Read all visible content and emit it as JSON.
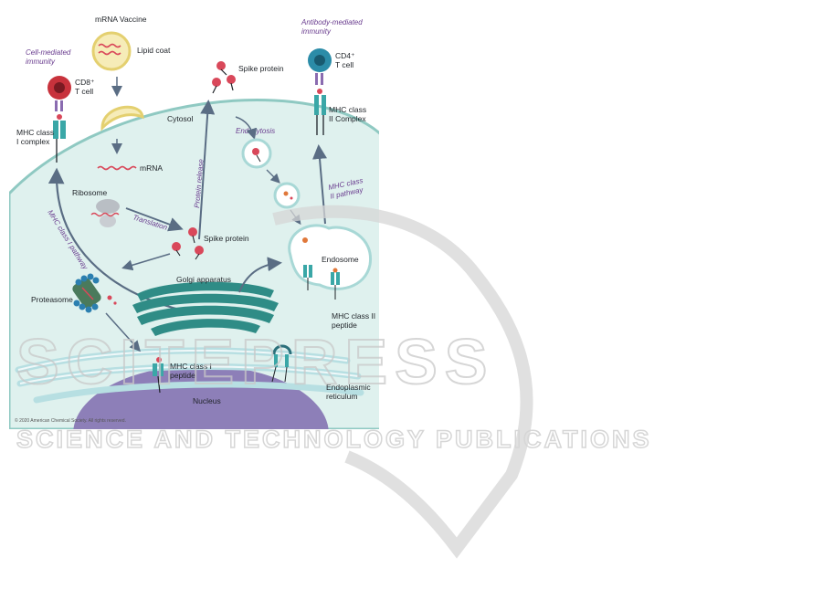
{
  "figure": {
    "labels": {
      "mrna_vaccine": "mRNA Vaccine",
      "lipid_coat": "Lipid coat",
      "cell_mediated": [
        "Cell-mediated",
        "immunity"
      ],
      "antibody_mediated": [
        "Antibody-mediated",
        "immunity"
      ],
      "cd8": [
        "CD8⁺",
        "T cell"
      ],
      "cd4": [
        "CD4⁺",
        "T cell"
      ],
      "mhc1_complex": [
        "MHC class",
        "I complex"
      ],
      "mhc2_complex": [
        "MHC class",
        "II Complex"
      ],
      "spike_protein_top": "Spike protein",
      "cytosol": "Cytosol",
      "endocytosis": "Endocytosis",
      "protein_release": "Protein release",
      "mrna": "mRNA",
      "ribosome": "Ribosome",
      "translation": "Translation",
      "spike_protein_mid": "Spike protein",
      "mhc1_pathway": "MHC class I pathway",
      "mhc2_pathway": [
        "MHC class",
        "II pathway"
      ],
      "endosome": "Endosome",
      "golgi": "Golgi apparatus",
      "proteasome": "Proteasome",
      "mhc2_peptide": [
        "MHC class II",
        "peptide"
      ],
      "mhc1_peptide": [
        "MHC class I",
        "peptide"
      ],
      "nucleus": "Nucleus",
      "er": [
        "Endoplasmic",
        "reticulum"
      ],
      "copyright": "© 2020 American Chemical Society. All rights reserved."
    },
    "colors": {
      "cytoplasm": "#dff1ee",
      "membrane": "#8fc9c2",
      "nucleus": "#8d7fb8",
      "golgi": "#2f8c86",
      "er": "#c9e6e8",
      "spike": "#d9485a",
      "cd8": "#c8323c",
      "cd4": "#2b8ca8",
      "mhc": "#3aa7a7",
      "pathway_text": "#6a3d8f",
      "lipid": "#f2e49a"
    }
  },
  "watermark": {
    "big": "SCITEPRESS",
    "small": "SCIENCE AND TECHNOLOGY PUBLICATIONS"
  }
}
